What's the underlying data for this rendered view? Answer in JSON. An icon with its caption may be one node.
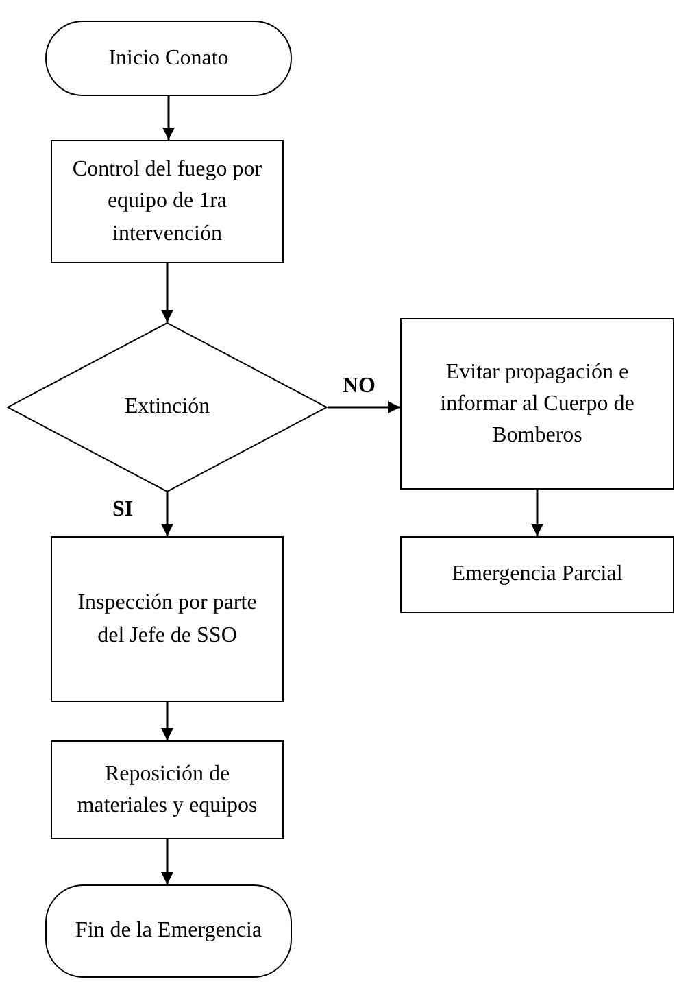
{
  "diagram": {
    "nodes": [
      {
        "text": [
          "Inicio Conato"
        ]
      },
      {
        "text": [
          "Control del fuego por equipo de 1ra intervención"
        ]
      },
      {
        "text": [
          "Extinción"
        ]
      },
      {
        "text": [
          "Evitar propagación e informar al Cuerpo de Bomberos"
        ]
      },
      {
        "text": [
          "Emergencia Parcial"
        ]
      },
      {
        "text": [
          "Inspección por parte del Jefe de SSO"
        ]
      },
      {
        "text": [
          "Reposición de materiales y equipos"
        ]
      },
      {
        "text": [
          "Fin de la Emergencia"
        ]
      }
    ],
    "edges": [
      {
        "from": 0,
        "to": 1,
        "arrow": "to"
      },
      {
        "from": 1,
        "to": 2,
        "arrow": "to"
      },
      {
        "from": 2,
        "to": 3,
        "arrow": "to",
        "label": "NO"
      },
      {
        "from": 2,
        "to": 5,
        "arrow": "to",
        "label": "SI"
      },
      {
        "from": 3,
        "to": 4,
        "arrow": "to"
      },
      {
        "from": 5,
        "to": 6,
        "arrow": "to"
      },
      {
        "from": 6,
        "to": 7,
        "arrow": "to"
      }
    ]
  }
}
